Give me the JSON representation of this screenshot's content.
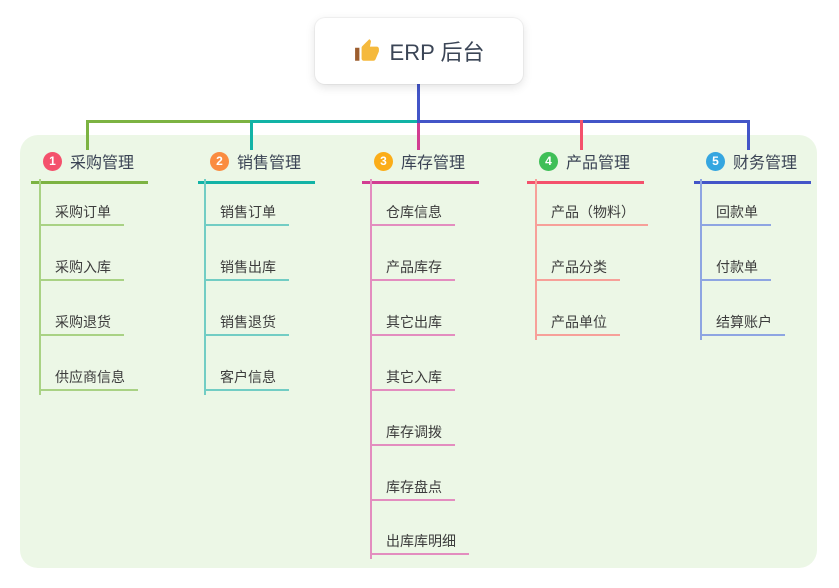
{
  "root": {
    "label": "ERP 后台",
    "icon": "thumbs-up-icon"
  },
  "colors": {
    "page_bg": "#ffffff",
    "panel_bg": "#ecf7e6",
    "root_connector_blue": "#4355c8",
    "root_text": "#3b4556",
    "node_text": "#3c3c3c",
    "thumb_gold": "#f5b93c",
    "thumb_sleeve": "#9c5d2e"
  },
  "branches": [
    {
      "index": "1",
      "label": "采购管理",
      "badge_color": "#f4516c",
      "line_color": "#7cb342",
      "child_line_color": "#a9d284",
      "children": [
        "采购订单",
        "采购入库",
        "采购退货",
        "供应商信息"
      ]
    },
    {
      "index": "2",
      "label": "销售管理",
      "badge_color": "#fa8c40",
      "line_color": "#12b3a6",
      "child_line_color": "#72cdc4",
      "children": [
        "销售订单",
        "销售出库",
        "销售退货",
        "客户信息"
      ]
    },
    {
      "index": "3",
      "label": "库存管理",
      "badge_color": "#fbad18",
      "line_color": "#d23d92",
      "child_line_color": "#e38dbf",
      "children": [
        "仓库信息",
        "产品库存",
        "其它出库",
        "其它入库",
        "库存调拨",
        "库存盘点",
        "出库库明细"
      ]
    },
    {
      "index": "4",
      "label": "产品管理",
      "badge_color": "#3fbf57",
      "line_color": "#f4516c",
      "child_line_color": "#f7a099",
      "children": [
        "产品（物料）",
        "产品分类",
        "产品单位"
      ]
    },
    {
      "index": "5",
      "label": "财务管理",
      "badge_color": "#35a6e0",
      "line_color": "#4355c8",
      "child_line_color": "#8ea5e2",
      "children": [
        "回款单",
        "付款单",
        "结算账户"
      ]
    }
  ]
}
